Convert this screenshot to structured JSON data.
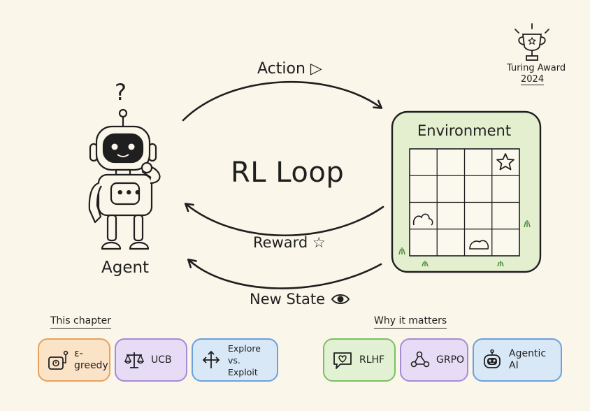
{
  "title": "RL Loop",
  "agent": {
    "label": "Agent",
    "screen_glyph": "•••"
  },
  "environment": {
    "label": "Environment",
    "grid_size": 4
  },
  "arrows": {
    "action": "Action ▷",
    "reward": "Reward ☆",
    "new_state": "New State"
  },
  "award": {
    "line1": "Turing Award",
    "line2": "2024"
  },
  "sections": {
    "this_chapter": "This chapter",
    "why_it_matters": "Why it matters"
  },
  "cards": {
    "egreedy": {
      "label": "ε-greedy",
      "icon": "slot-machine-icon",
      "color": "#e8a15a",
      "bg": "#fbe3c8"
    },
    "ucb": {
      "label": "UCB",
      "icon": "scales-icon",
      "color": "#a48bd6",
      "bg": "#e6dcf5"
    },
    "explore": {
      "line1": "Explore",
      "line2": "vs. Exploit",
      "icon": "arrows-split-icon",
      "color": "#6aa0dc",
      "bg": "#d9e8f7"
    },
    "rlhf": {
      "label": "RLHF",
      "icon": "chat-heart-icon",
      "color": "#7bbf62",
      "bg": "#e2f0d3"
    },
    "grpo": {
      "label": "GRPO",
      "icon": "graph-nodes-icon",
      "color": "#a48bd6",
      "bg": "#e6dcf5"
    },
    "agentic": {
      "label": "Agentic AI",
      "icon": "robot-face-icon",
      "color": "#6aa0dc",
      "bg": "#d9e8f7"
    }
  }
}
